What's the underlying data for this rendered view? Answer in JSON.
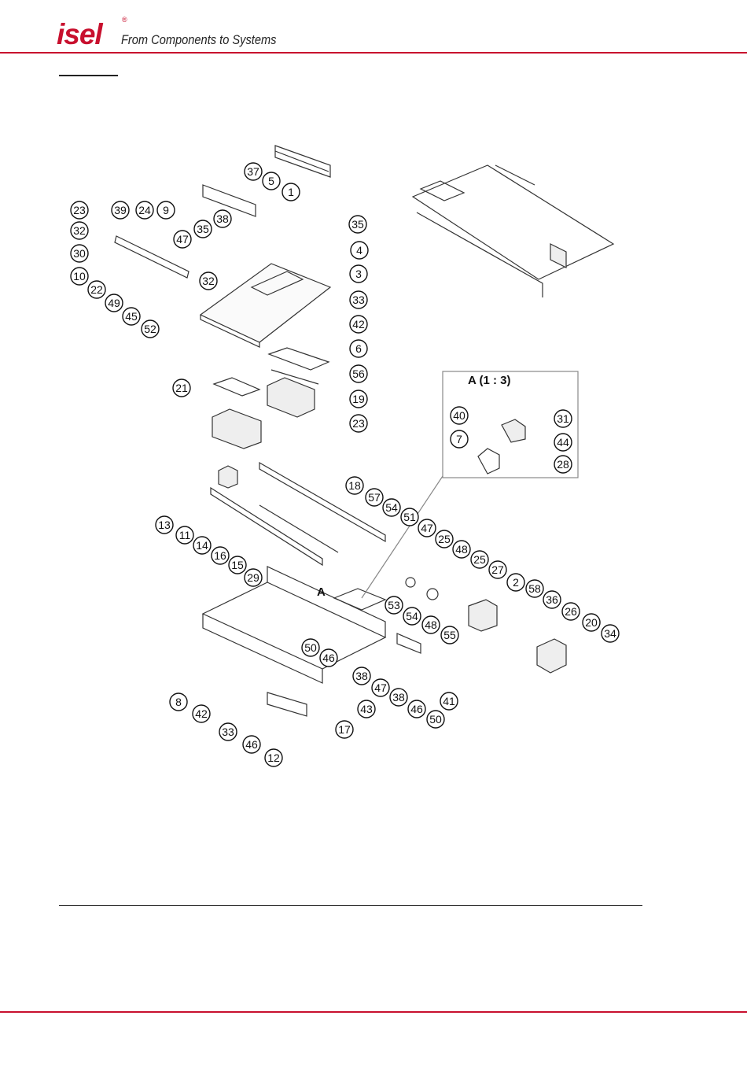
{
  "header": {
    "brand": "isel",
    "registered_mark": "®",
    "tagline": "From Components to Systems",
    "brand_color": "#c8102e"
  },
  "diagram": {
    "detail_view_label": "A (1 : 3)",
    "view_marker": "A",
    "callouts": [
      "37",
      "5",
      "1",
      "23",
      "39",
      "24",
      "9",
      "32",
      "38",
      "35",
      "47",
      "35",
      "4",
      "30",
      "10",
      "22",
      "49",
      "45",
      "52",
      "32",
      "3",
      "33",
      "42",
      "6",
      "56",
      "19",
      "23",
      "21",
      "40",
      "31",
      "7",
      "44",
      "28",
      "13",
      "11",
      "14",
      "16",
      "15",
      "18",
      "57",
      "54",
      "51",
      "47",
      "25",
      "48",
      "25",
      "27",
      "2",
      "58",
      "36",
      "26",
      "20",
      "34",
      "29",
      "53",
      "54",
      "50",
      "46",
      "48",
      "55",
      "8",
      "42",
      "38",
      "47",
      "38",
      "41",
      "33",
      "46",
      "12",
      "17",
      "43",
      "46",
      "50"
    ]
  }
}
